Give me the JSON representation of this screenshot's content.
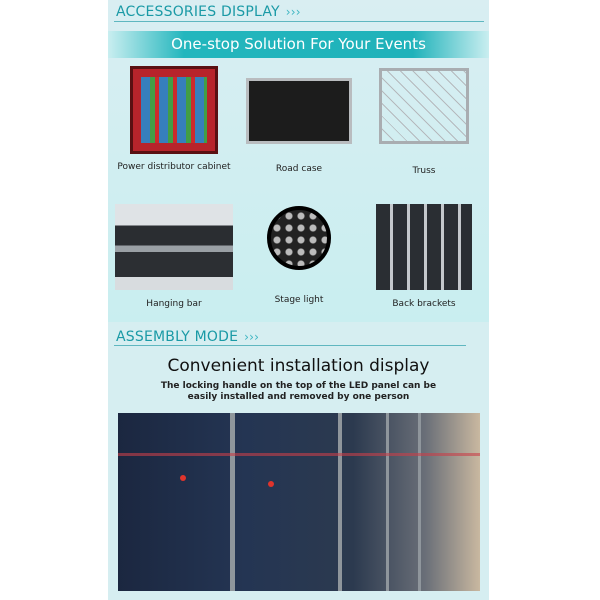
{
  "accessories": {
    "header": "ACCESSORIES DISPLAY",
    "chevrons": "›››",
    "banner": "One-stop Solution For Your Events",
    "items": [
      {
        "label": "Power distributor cabinet"
      },
      {
        "label": "Road case"
      },
      {
        "label": "Truss"
      },
      {
        "label": "Hanging bar"
      },
      {
        "label": "Stage light"
      },
      {
        "label": "Back brackets"
      }
    ]
  },
  "assembly": {
    "header": "ASSEMBLY MODE",
    "chevrons": "›››",
    "title": "Convenient installation display",
    "subtitle_line1": "The locking handle on the top of the LED panel can be",
    "subtitle_line2": "easily installed and removed by one person"
  },
  "colors": {
    "accent": "#1a9aa6",
    "banner": "#1fb2ba"
  }
}
